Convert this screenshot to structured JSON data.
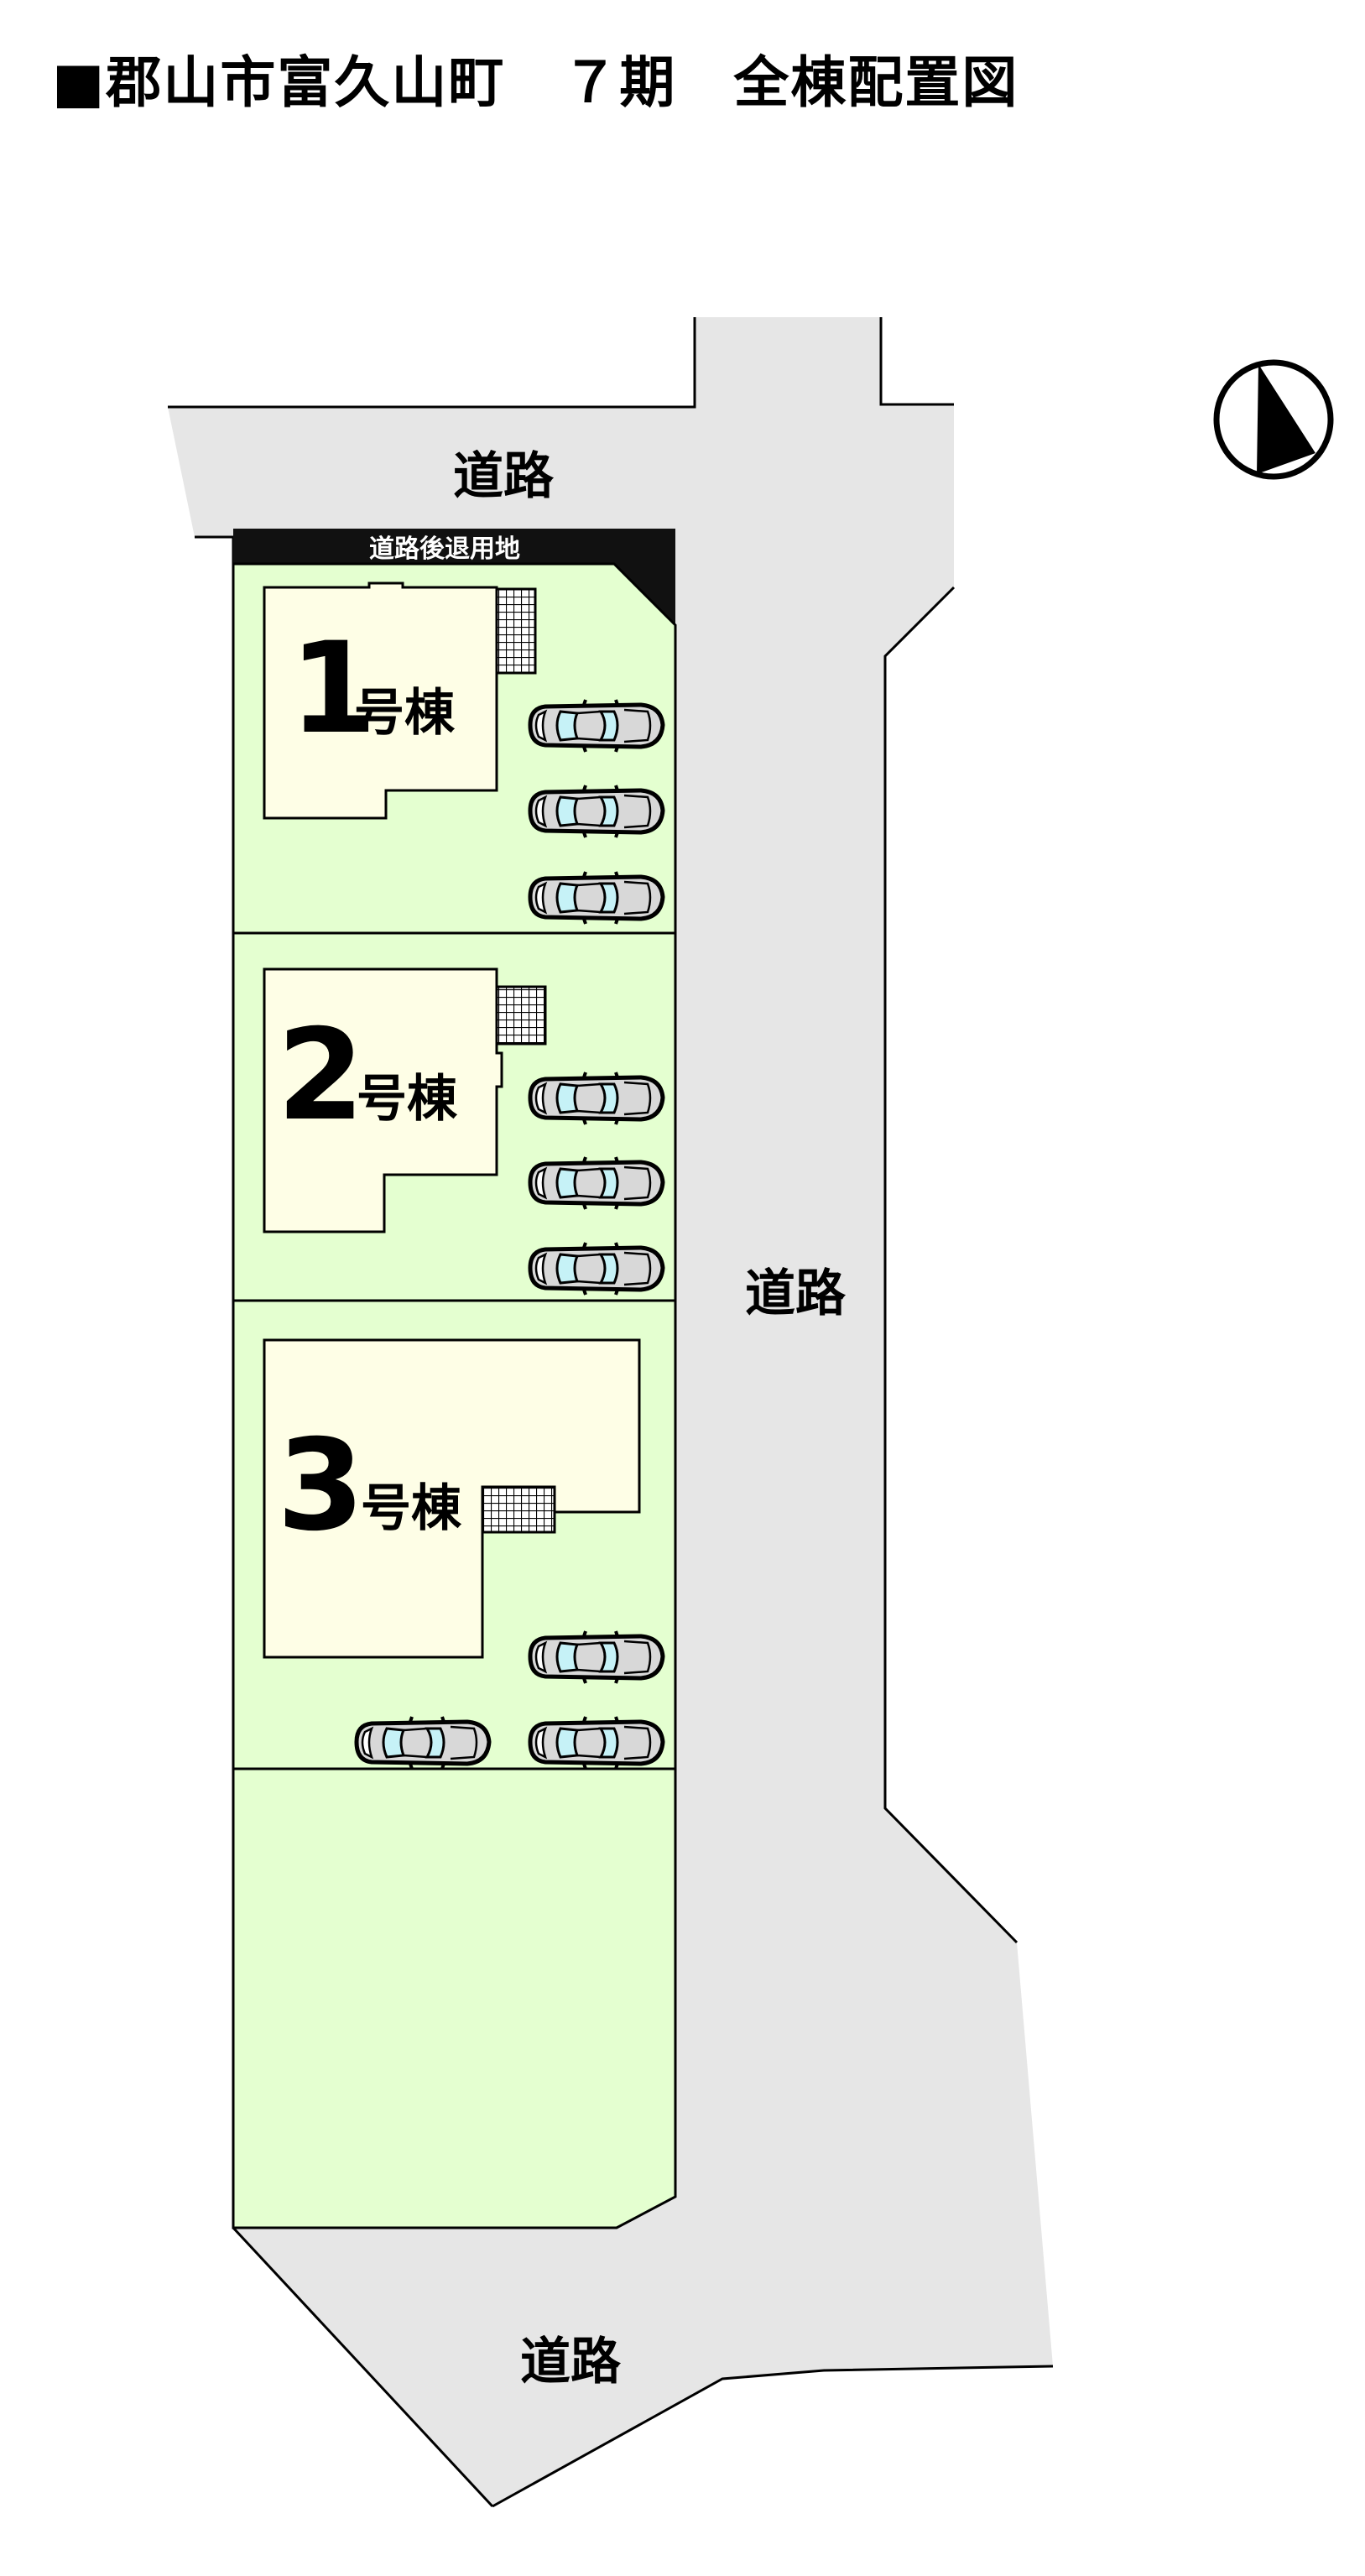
{
  "title": "■郡山市富久山町　７期　全棟配置図",
  "roads": {
    "north": "道路",
    "east": "道路",
    "south": "道路",
    "setback": "道路後退用地"
  },
  "buildings": [
    {
      "number": "1",
      "suffix": "号棟"
    },
    {
      "number": "2",
      "suffix": "号棟"
    },
    {
      "number": "3",
      "suffix": "号棟"
    }
  ],
  "compass": {
    "icon": "north-arrow-icon"
  },
  "colors": {
    "road": "#e6e6e6",
    "lot": "#e4ffd0",
    "building": "#fefee6",
    "setback": "#111111",
    "car_glass": "#c6f2f7",
    "car_body": "#d8d8d8"
  },
  "parking": [
    {
      "lot": "1",
      "cars": 3
    },
    {
      "lot": "2",
      "cars": 3
    },
    {
      "lot": "3",
      "cars": 3
    }
  ]
}
